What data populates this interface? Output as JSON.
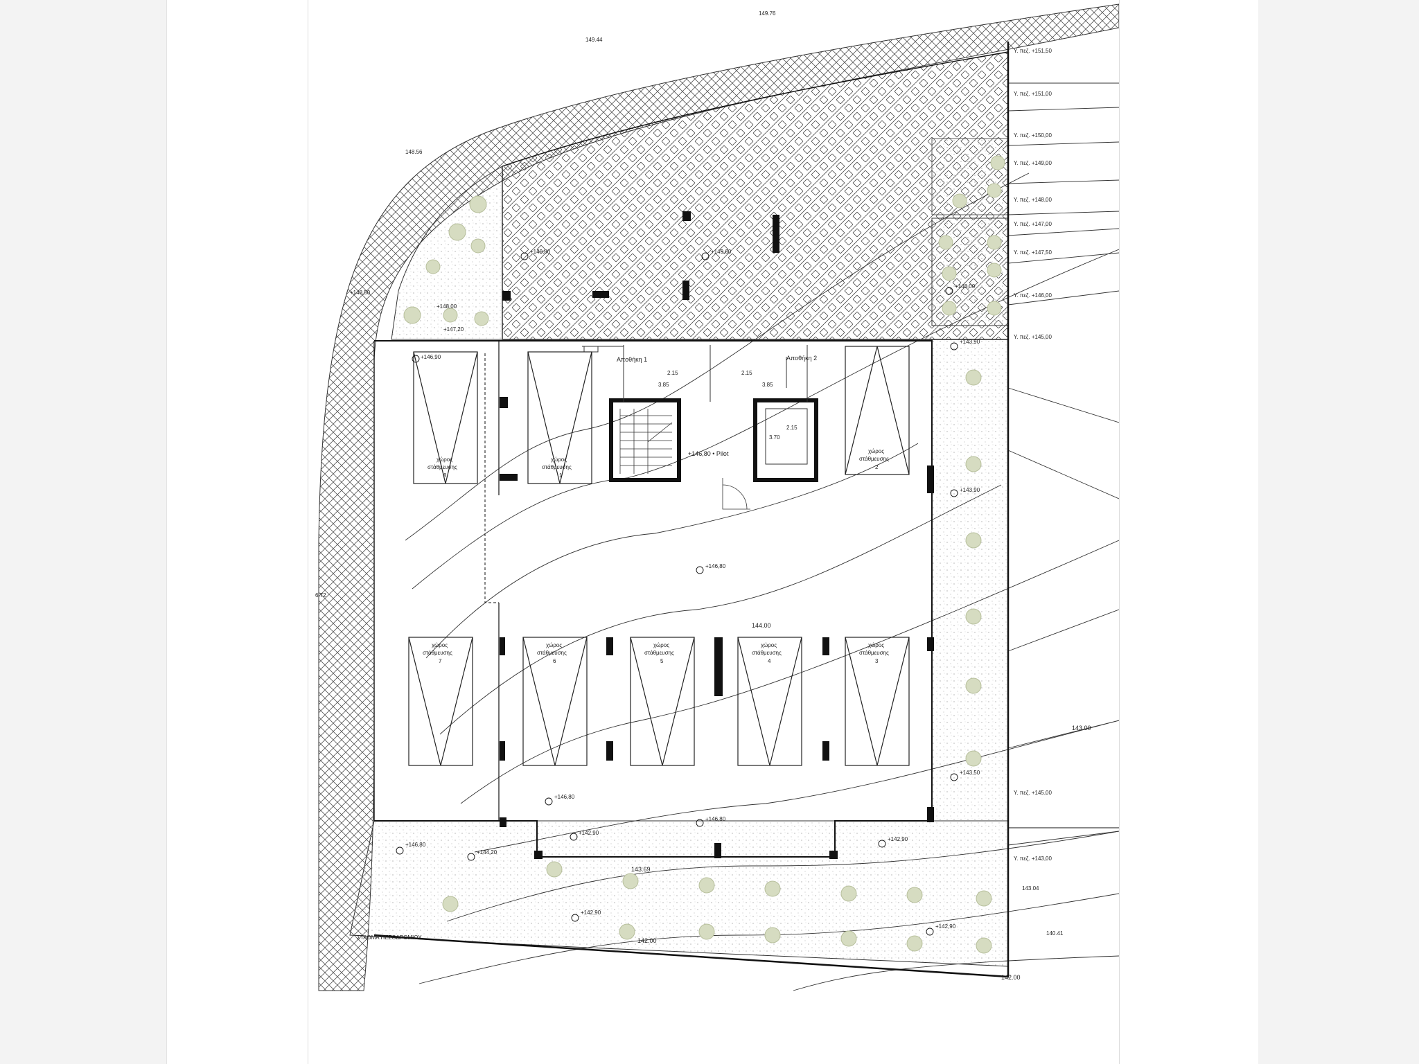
{
  "plan": {
    "storage_1": "Αποθήκη 1",
    "storage_2": "Αποθήκη 2",
    "pilot": "+146,80 • Pilot",
    "parking_word": "χώρος",
    "parking_word2": "στάθμευσης",
    "parking_numbers": [
      "8",
      "1",
      "2",
      "7",
      "6",
      "5",
      "4",
      "3"
    ],
    "levels": {
      "l14980": "+149,80",
      "l14960": "+149,60",
      "l14850": "+148,50",
      "l14800": "+148,00",
      "l14720": "+147,20",
      "l14690": "+146,90",
      "l14680": "+146,80",
      "l14390": "+143,90",
      "l14350": "+143,50",
      "l14290": "+142,90",
      "l14420": "+144,20"
    },
    "contours": {
      "c14400": "144.00",
      "c14300": "143.00",
      "c14200": "142.00",
      "c14368": "143.69"
    },
    "right_elevations": [
      "Υ. πεζ. +151,50",
      "Υ. πεζ. +151,00",
      "Υ. πεζ. +150,00",
      "Υ. πεζ. +149,00",
      "Υ. πεζ. +148,00",
      "Υ. πεζ. +147,00",
      "Υ. πεζ. +147,50",
      "Υ. πεζ. +146,00",
      "Υ. πεζ. +145,00",
      "Υ. πεζ. +145,00",
      "Υ. πεζ. +143,00"
    ],
    "dims": {
      "d215a": "2.15",
      "d385a": "3.85",
      "d215b": "2.15",
      "d385b": "3.85",
      "d215c": "2.15",
      "d370": "3.70"
    },
    "misc": {
      "top1": "149.44",
      "top2": "149.76",
      "left_top": "148.56",
      "left_mid": "6.72",
      "bottom_left": "ΣΤΑΘΜΑ ΠΕΖΟΔΡΟΜΙΟΥ",
      "right_bottom": "140.41",
      "right_dim": "143.04",
      "bottom_right": "142.00"
    }
  }
}
